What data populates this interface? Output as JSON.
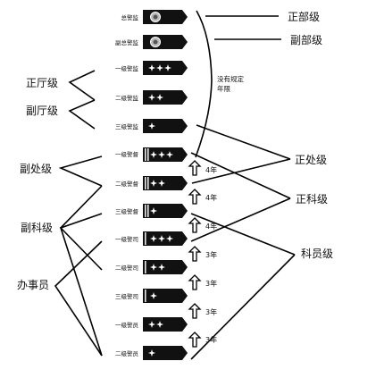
{
  "ranks": [
    {
      "name": "总警监",
      "emblem": "national-emblem",
      "stars": 0,
      "stripes": 0
    },
    {
      "name": "副总警监",
      "emblem": "national-emblem",
      "stars": 0,
      "stripes": 0
    },
    {
      "name": "一级警监",
      "emblem": "none",
      "stars": 3,
      "stripes": 0
    },
    {
      "name": "二级警监",
      "emblem": "none",
      "stars": 2,
      "stripes": 0
    },
    {
      "name": "三级警监",
      "emblem": "none",
      "stars": 1,
      "stripes": 0
    },
    {
      "name": "一级警督",
      "emblem": "none",
      "stars": 3,
      "stripes": 2
    },
    {
      "name": "二级警督",
      "emblem": "none",
      "stars": 2,
      "stripes": 2
    },
    {
      "name": "三级警督",
      "emblem": "none",
      "stars": 1,
      "stripes": 2
    },
    {
      "name": "一级警司",
      "emblem": "none",
      "stars": 3,
      "stripes": 1
    },
    {
      "name": "二级警司",
      "emblem": "none",
      "stars": 2,
      "stripes": 1
    },
    {
      "name": "三级警司",
      "emblem": "none",
      "stars": 1,
      "stripes": 1
    },
    {
      "name": "一级警员",
      "emblem": "none",
      "stars": 2,
      "stripes": 0
    },
    {
      "name": "二级警员",
      "emblem": "none",
      "stars": 1,
      "stripes": 0
    }
  ],
  "left_levels": {
    "zhengting": "正厅级",
    "futing": "副厅级",
    "fuchu": "副处级",
    "fuke": "副科级",
    "banshiyuan": "办事员"
  },
  "right_levels": {
    "zhengbu": "正部级",
    "fubu": "副部级",
    "zhengchu": "正处级",
    "zhengke": "正科级",
    "keyuan": "科员级"
  },
  "note": [
    "没有规定",
    "年限"
  ],
  "promotion_steps": [
    "4年",
    "4年",
    "4年",
    "3年",
    "3年",
    "3年",
    "3年"
  ]
}
